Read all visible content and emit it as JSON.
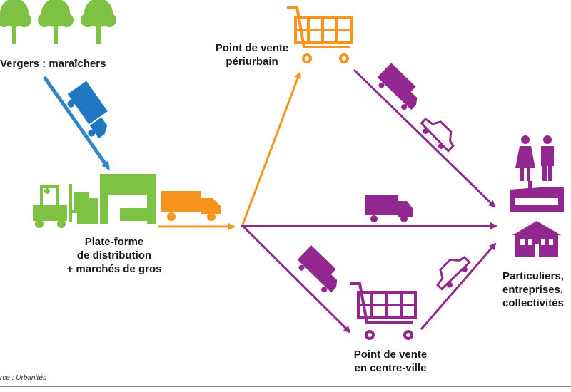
{
  "colors": {
    "green": "#7dc242",
    "orange": "#f7941d",
    "purple": "#92278f",
    "blue": "#1f78c1",
    "arrow_blue": "#2f86c9"
  },
  "nodes": {
    "orchards": {
      "label": "Vergers : maraîchers"
    },
    "platform": {
      "lines": [
        "Plate-forme",
        "de distribution",
        "+ marchés de gros"
      ]
    },
    "periurban": {
      "lines": [
        "Point de vente",
        "périurbain"
      ]
    },
    "downtown": {
      "lines": [
        "Point de vente",
        "en centre-ville"
      ]
    },
    "consumers": {
      "lines": [
        "Particuliers,",
        "entreprises,",
        "collectivités"
      ]
    }
  },
  "icons": [
    "tree-icon",
    "truck-icon",
    "forklift-icon",
    "market-stall-icon",
    "shopping-cart-icon",
    "car-icon",
    "woman-icon",
    "man-icon",
    "factory-icon",
    "school-icon"
  ],
  "source": "rce : Urbanités"
}
